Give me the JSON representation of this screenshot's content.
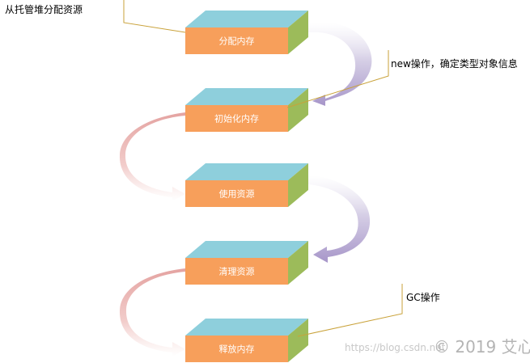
{
  "steps": [
    {
      "label": "分配内存"
    },
    {
      "label": "初始化内存"
    },
    {
      "label": "使用资源"
    },
    {
      "label": "清理资源"
    },
    {
      "label": "释放内存"
    }
  ],
  "callouts": {
    "heap_alloc": "从托管堆分配资源",
    "new_op": "new操作，确定类型对象信息",
    "gc_op": "GC操作"
  },
  "watermark": {
    "url": "https://blog.csdn.net",
    "copyright": "© 2019 艾心"
  },
  "colors": {
    "box_front": "#f79f5b",
    "box_top": "#8ecfdc",
    "box_side": "#9cbb5a",
    "arrow_purple": "#b3a4cf",
    "arrow_pink": "#e4a9a6",
    "callout_line": "#c9a23a"
  }
}
